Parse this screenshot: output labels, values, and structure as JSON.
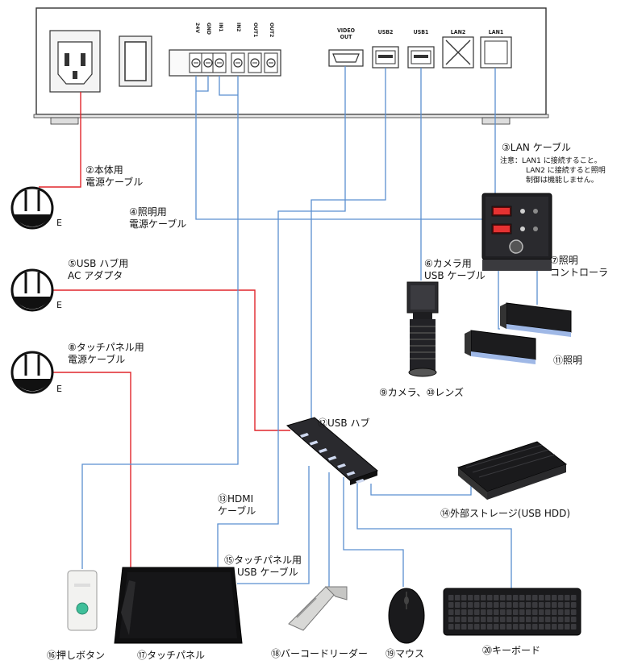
{
  "device": {
    "terminals": [
      "24V",
      "GND",
      "IN1",
      "IN2",
      "OUT1",
      "OUT2"
    ],
    "ports": {
      "video_out": [
        "VIDEO",
        "OUT"
      ],
      "usb2": "USB2",
      "usb1": "USB1",
      "lan2": "LAN2",
      "lan1": "LAN1"
    }
  },
  "labels": {
    "power_cable_main": [
      "②本体用",
      "電源ケーブル"
    ],
    "lan_cable": "③LAN ケーブル",
    "lan_note": [
      "注意：LAN1 に接続すること。",
      "LAN2 に接続すると照明",
      "制御は機能しません。"
    ],
    "light_power_cable": [
      "④照明用",
      "電源ケーブル"
    ],
    "usb_hub_adapter": [
      "⑤USB ハブ用",
      "AC アダプタ"
    ],
    "camera_usb_cable": [
      "⑥カメラ用",
      "USB ケーブル"
    ],
    "light_controller": [
      "⑦照明",
      "コントローラ"
    ],
    "touch_panel_power": [
      "⑧タッチパネル用",
      "電源ケーブル"
    ],
    "camera_lens": "⑨カメラ、⑩レンズ",
    "lighting": "⑪照明",
    "usb_hub": "⑫USB ハブ",
    "hdmi_cable": [
      "⑬HDMI",
      "ケーブル"
    ],
    "external_storage": "⑭外部ストレージ(USB HDD)",
    "touch_panel_usb": [
      "⑮タッチパネル用",
      "USB ケーブル"
    ],
    "push_button": "⑯押しボタン",
    "touch_panel": "⑰タッチパネル",
    "barcode_reader": "⑱バーコードリーダー",
    "mouse": "⑲マウス",
    "keyboard": "⑳キーボード"
  },
  "outlet_label": "E",
  "colors": {
    "red_line": "#e0262c",
    "blue_line": "#5b8fd0",
    "device_line": "#333333"
  }
}
